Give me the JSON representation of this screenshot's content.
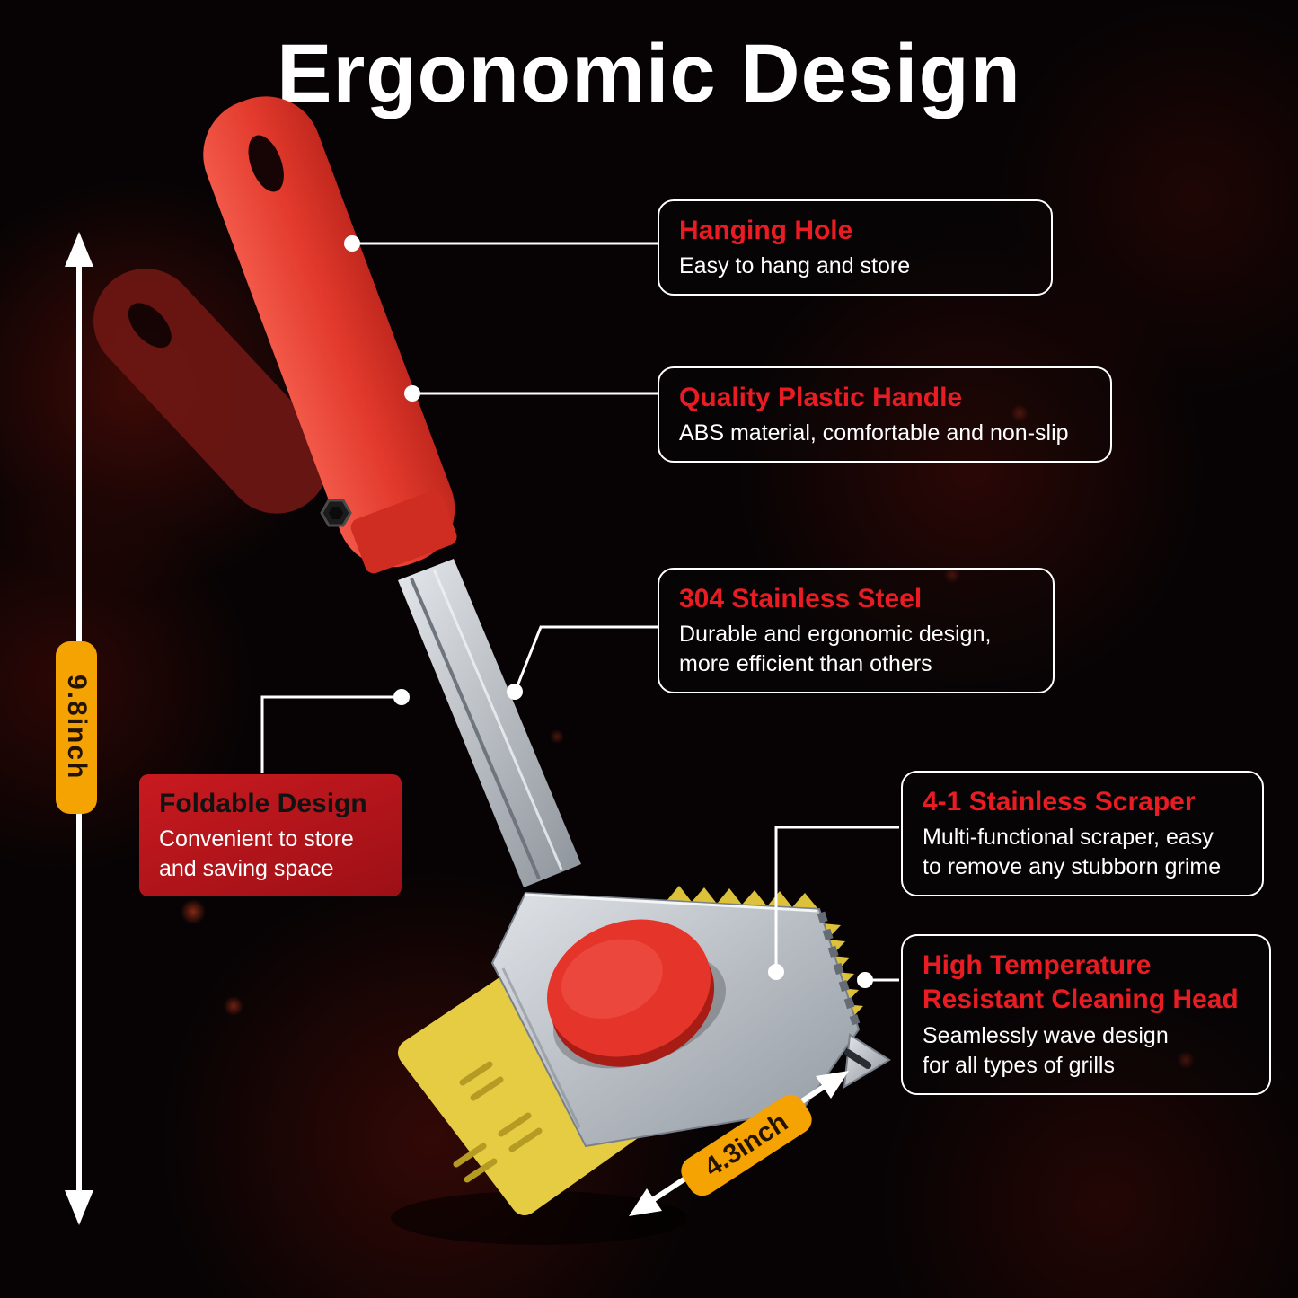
{
  "title": "Ergonomic Design",
  "callouts": {
    "hanging_hole": {
      "title": "Hanging Hole",
      "desc": "Easy to hang and store"
    },
    "plastic_handle": {
      "title": "Quality Plastic Handle",
      "desc": "ABS material, comfortable and non-slip"
    },
    "stainless_steel": {
      "title": "304 Stainless Steel",
      "desc": "Durable and ergonomic design,\nmore efficient than others"
    },
    "scraper": {
      "title": "4-1 Stainless Scraper",
      "desc": "Multi-functional scraper, easy\nto remove any stubborn grime"
    },
    "cleaning_head": {
      "title": "High Temperature\nResistant Cleaning Head",
      "desc": "Seamlessly wave design\nfor all types of grills"
    },
    "foldable": {
      "title": "Foldable Design",
      "desc": "Convenient to store\nand saving space"
    }
  },
  "measurements": {
    "height_label": "9.8inch",
    "width_label": "4.3inch"
  },
  "colors": {
    "accent_red": "#ea1c23",
    "badge_orange": "#f5a302",
    "foldable_box_red": "#c81a20",
    "handle_red": "#e8453a",
    "sponge_yellow": "#e6cc43",
    "steel_gray": "#b7bcc2"
  }
}
